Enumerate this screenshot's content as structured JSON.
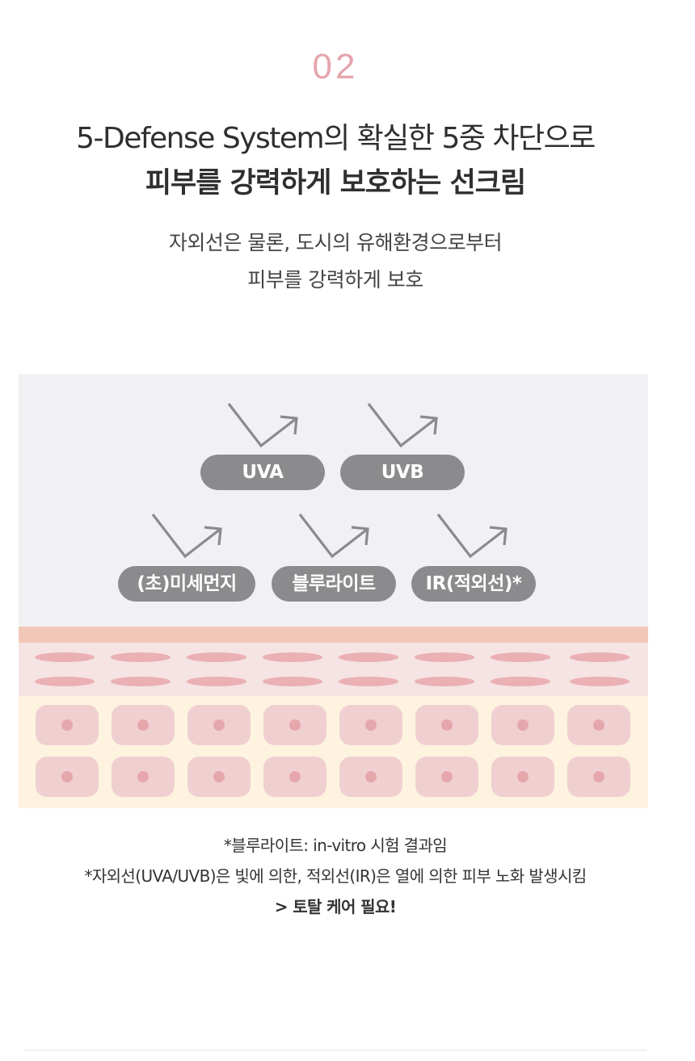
{
  "section_number": "02",
  "heading": {
    "line1": "5-Defense System의 확실한 5중 차단으로",
    "line2": "피부를 강력하게 보호하는 선크림"
  },
  "description": {
    "line1": "자외선은 물론, 도시의 유해환경으로부터",
    "line2": "피부를 강력하게 보호"
  },
  "defenses": {
    "uva": "UVA",
    "uvb": "UVB",
    "fine_dust": "(초)미세먼지",
    "blue_light": "블루라이트",
    "infrared": "IR(적외선)*"
  },
  "colors": {
    "accent": "#e6a5ad",
    "pill": "#8b8b8d",
    "diagram_bg": "#f1f1f3",
    "skin_top": "#f1c8b8",
    "skin_mid": "#f6e3e3",
    "skin_bottom": "#fdf3df",
    "cell": "#f0cfd1"
  },
  "icons": {
    "arrow": "deflect-arrow-icon"
  },
  "notes": {
    "line1": "*블루라이트: in-vitro 시험 결과임",
    "line2": "*자외선(UVA/UVB)은 빛에 의한, 적외선(IR)은 열에 의한 피부 노화 발생시킴",
    "line3": "> 토탈 케어 필요!"
  }
}
